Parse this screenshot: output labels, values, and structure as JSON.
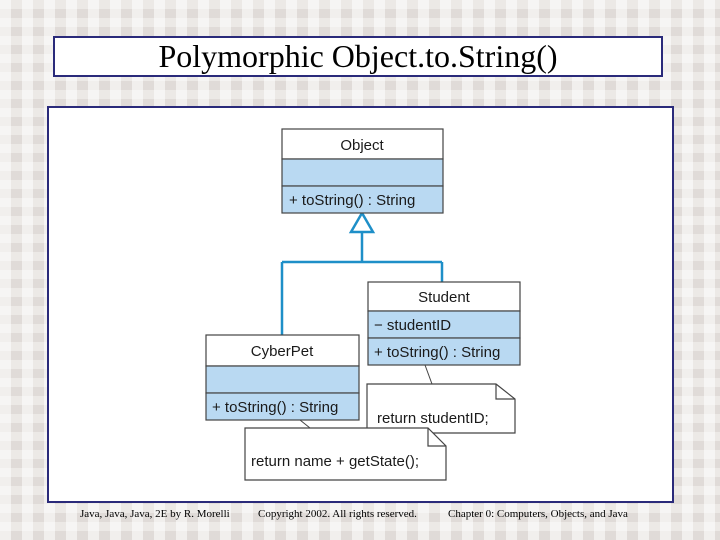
{
  "slide": {
    "title": "Polymorphic Object.to.String()"
  },
  "diagram": {
    "object_class": {
      "name": "Object",
      "attributes": "",
      "operations": "+ toString() : String"
    },
    "student_class": {
      "name": "Student",
      "attributes": "− studentID",
      "operations": "+ toString() : String"
    },
    "cyberpet_class": {
      "name": "CyberPet",
      "attributes": "",
      "operations": "+ toString() : String"
    },
    "student_note": "return studentID;",
    "cyberpet_note": "return name + getState();",
    "colors": {
      "header_fill": "#ffffff",
      "compartment_fill": "#b9d9f2",
      "connector": "#1e8fc8",
      "border": "#444444"
    }
  },
  "footer": {
    "left": "Java, Java, Java, 2E by R. Morelli",
    "center": "Copyright 2002. All rights reserved.",
    "right": "Chapter 0: Computers, Objects, and Java"
  }
}
